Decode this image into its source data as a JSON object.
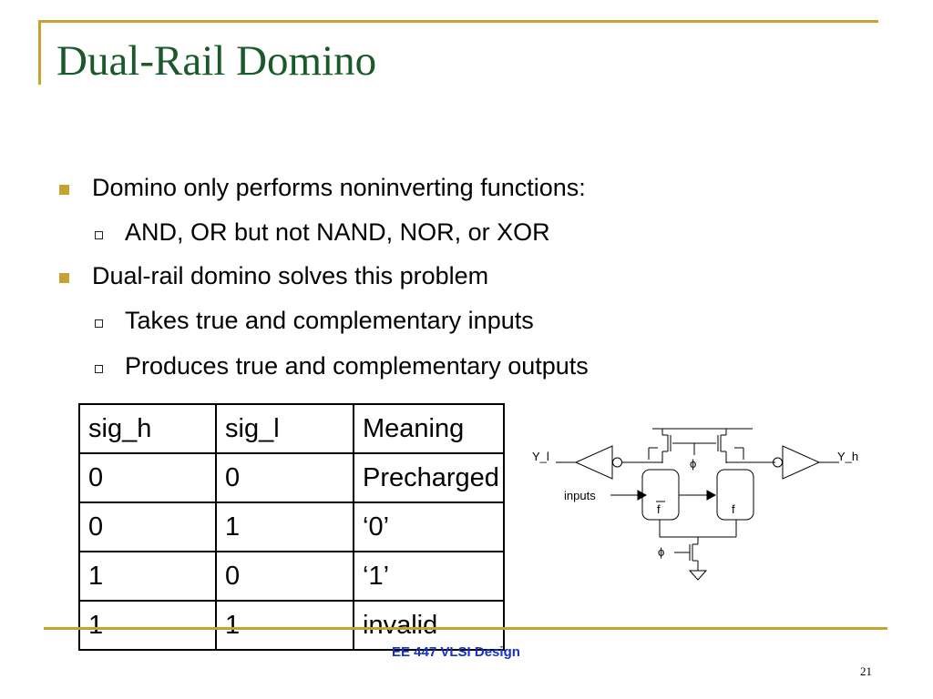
{
  "slide": {
    "title": "Dual-Rail Domino",
    "bullets": [
      {
        "text": "Domino only performs noninverting functions:",
        "level": 1
      },
      {
        "text": "AND, OR but not NAND, NOR, or XOR",
        "level": 2
      },
      {
        "text": "Dual-rail domino solves this problem",
        "level": 1
      },
      {
        "text": "Takes true and complementary inputs",
        "level": 2
      },
      {
        "text": "Produces true and complementary outputs",
        "level": 2
      }
    ]
  },
  "table": {
    "headers": [
      "sig_h",
      "sig_l",
      "Meaning"
    ],
    "rows": [
      [
        "0",
        "0",
        "Precharged"
      ],
      [
        "0",
        "1",
        "‘0’"
      ],
      [
        "1",
        "0",
        "‘1’"
      ],
      [
        "1",
        "1",
        "invalid"
      ]
    ]
  },
  "circuit": {
    "y_l": "Y_l",
    "y_h": "Y_h",
    "inputs": "inputs",
    "phi": "ϕ",
    "f_bar": "f",
    "f": "f"
  },
  "footer": {
    "course": "EE 447 VLSI Design",
    "page": "21"
  },
  "colors": {
    "accent_gold": "#c8a231",
    "title_green": "#1a5a2a",
    "footer_blue": "#1531c8"
  }
}
